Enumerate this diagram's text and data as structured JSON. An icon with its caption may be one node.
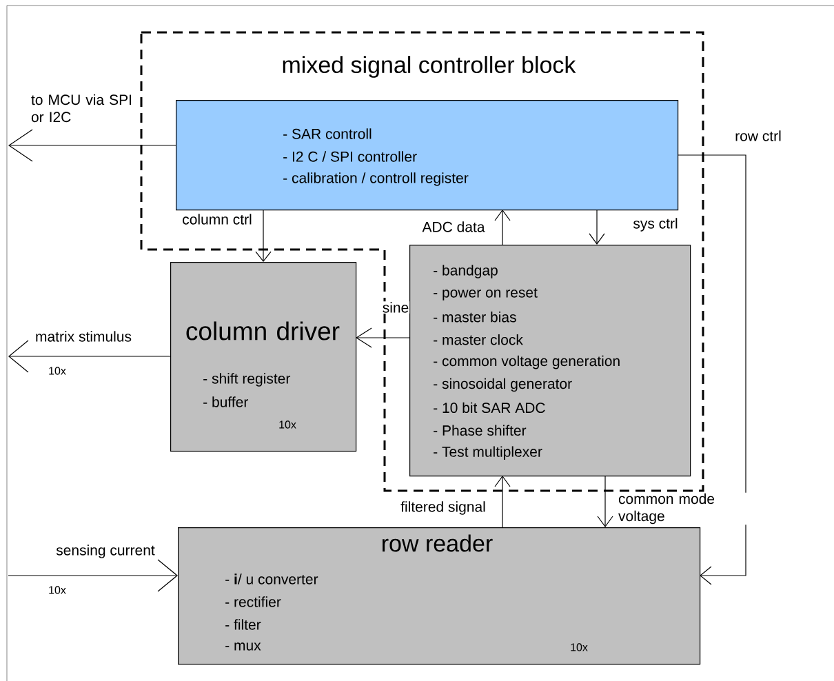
{
  "diagram": {
    "nodes": [
      {
        "text": [
          "mixed signal controller block"
        ]
      },
      {
        "text": [
          "- SAR controll",
          "- I2 C / SPI controller",
          "- calibration / controll register"
        ],
        "in": 0
      },
      {
        "text": [
          "column driver",
          "- shift register",
          "- buffer",
          "10x"
        ]
      },
      {
        "text": [
          "- bandgap",
          "- power on reset",
          "- master bias",
          "- master clock",
          "- common voltage generation",
          "- sinosoidal generator",
          "- 10 bit SAR ADC",
          "- Phase shifter",
          "- Test multiplexer"
        ],
        "in": 0
      },
      {
        "text": [
          "row reader",
          "- **i**/ u converter",
          "- rectifier",
          "- filter",
          "- mux",
          "10x"
        ]
      }
    ],
    "edges": [
      {
        "from": 1,
        "to": null,
        "arrow": "to",
        "label": "to MCU via SPI or I2C"
      },
      {
        "from": 1,
        "to": 2,
        "arrow": "to",
        "label": "column ctrl"
      },
      {
        "from": 3,
        "to": 1,
        "arrow": "to",
        "label": "ADC data"
      },
      {
        "from": 1,
        "to": 3,
        "arrow": "to",
        "label": "sys ctrl"
      },
      {
        "from": 3,
        "to": 2,
        "arrow": "to",
        "label": "sine"
      },
      {
        "from": 4,
        "to": 3,
        "arrow": "to",
        "label": "filtered signal"
      },
      {
        "from": 3,
        "to": 4,
        "arrow": "to",
        "label": "common mode voltage"
      },
      {
        "from": 1,
        "to": 4,
        "arrow": "to",
        "label": "row ctrl"
      },
      {
        "from": null,
        "to": 4,
        "arrow": "to",
        "label": "sensing current"
      },
      {
        "from": 2,
        "to": null,
        "arrow": "to",
        "label": "matrix stimulus"
      }
    ],
    "labels": [
      "10x",
      "10x"
    ]
  }
}
